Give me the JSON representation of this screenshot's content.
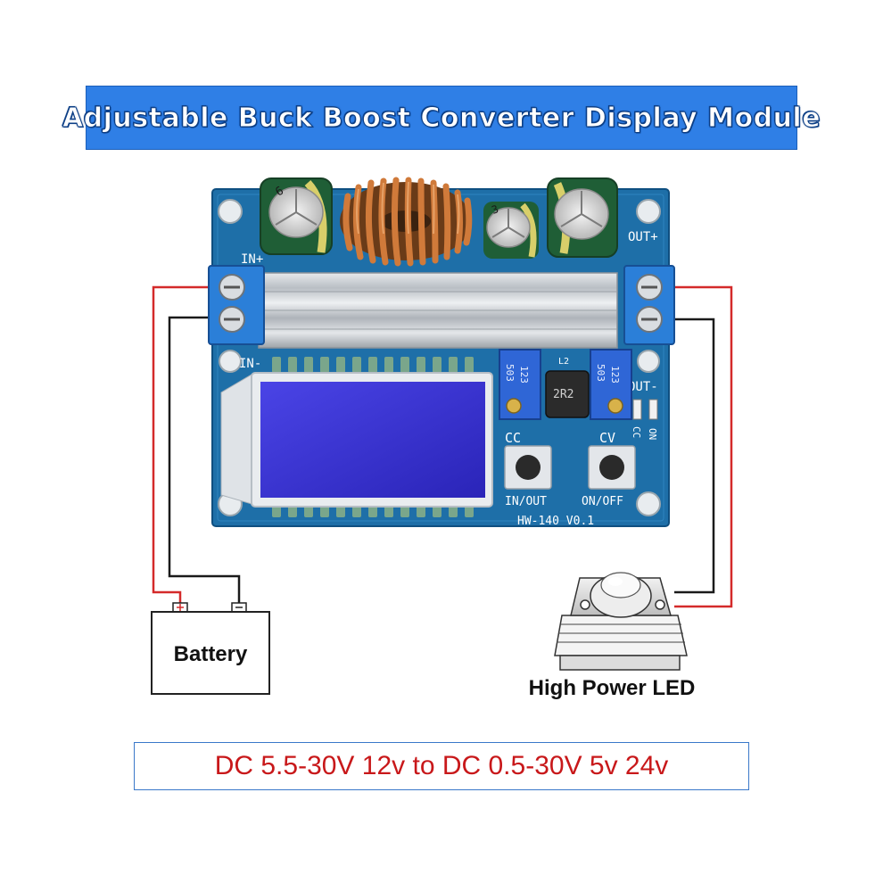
{
  "banner": {
    "title": "Adjustable Buck Boost Converter Display Module"
  },
  "board": {
    "in_plus": "IN+",
    "in_minus": "IN-",
    "out_plus": "OUT+",
    "out_minus": "OUT-",
    "cc": "CC",
    "cv": "CV",
    "btn_left": "IN/OUT",
    "btn_right": "ON/OFF",
    "model": "HW-140  V0.1",
    "inductor": "2R2",
    "inductor_ref": "L2",
    "pot_code": "503",
    "pot_value": "123",
    "cap_left_mark": "6",
    "cap_right_mark": "3",
    "led_cc": "CC",
    "led_on": "ON"
  },
  "battery": {
    "label": "Battery"
  },
  "led": {
    "label": "High Power LED"
  },
  "caption": {
    "text": "DC 5.5-30V 12v to DC 0.5-30V 5v 24v"
  },
  "colors": {
    "banner_blue": "#2f7fe6",
    "pcb_blue": "#1e6fa8",
    "wire_red": "#d42a2a",
    "wire_black": "#1a1a1a",
    "lcd_blue": "#3b35d6",
    "caption_red": "#c8181a",
    "caption_border": "#3a78c9"
  }
}
